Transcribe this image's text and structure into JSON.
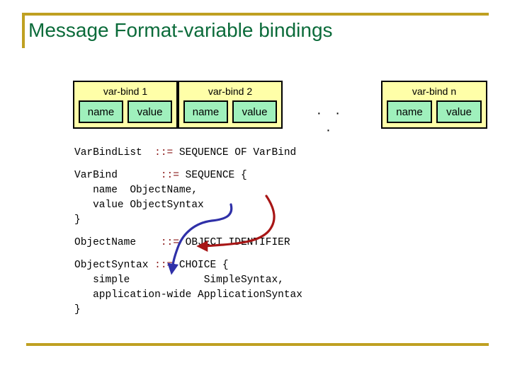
{
  "slide": {
    "title": "Message Format-variable bindings",
    "title_color": "#0b6b3a",
    "rule_color": "#bfa021",
    "background": "#ffffff"
  },
  "diagram": {
    "box_fill": "#ffffa8",
    "cell_fill": "#9ff0bc",
    "border_color": "#000000",
    "ellipsis": "· · ·",
    "boxes": [
      {
        "label": "var-bind 1",
        "cells": [
          "name",
          "value"
        ]
      },
      {
        "label": "var-bind 2",
        "cells": [
          "name",
          "value"
        ]
      },
      {
        "label": "var-bind n",
        "cells": [
          "name",
          "value"
        ]
      }
    ]
  },
  "code": {
    "operator_color": "#8b1a1a",
    "text_color": "#000000",
    "lines": [
      {
        "pre": "VarBind.List  ",
        "op": "::=",
        "post": " SEQUENCE OF Var.Bind"
      },
      {
        "pre": "",
        "op": "",
        "post": ""
      },
      {
        "pre": "VarBind       ",
        "op": "::=",
        "post": " SEQUENCE {"
      },
      {
        "pre": "   name  Object.Name,",
        "op": "",
        "post": ""
      },
      {
        "pre": "   value Object.Syntax",
        "op": "",
        "post": ""
      },
      {
        "pre": "}",
        "op": "",
        "post": ""
      },
      {
        "pre": "",
        "op": "",
        "post": ""
      },
      {
        "pre": "Object.Name    ",
        "op": "::=",
        "post": " OBJECT IDENTIFIER"
      },
      {
        "pre": "",
        "op": "",
        "post": ""
      },
      {
        "pre": "Object.Syntax ",
        "op": "::=",
        "post": " CHOICE {"
      },
      {
        "pre": "   simple            Simple.Syntax,",
        "op": "",
        "post": ""
      },
      {
        "pre": "   application-wide Application.Syntax",
        "op": "",
        "post": ""
      },
      {
        "pre": "}",
        "op": "",
        "post": ""
      }
    ]
  },
  "annotations": {
    "arrows": [
      {
        "name": "object-syntax-reference-arrow",
        "color": "#2f30a8",
        "from": "value Object.Syntax",
        "to": "Object.Syntax definition"
      },
      {
        "name": "object-name-reference-arrow",
        "color": "#a81616",
        "from": "name Object.Name",
        "to": "Object.Name definition"
      }
    ]
  }
}
